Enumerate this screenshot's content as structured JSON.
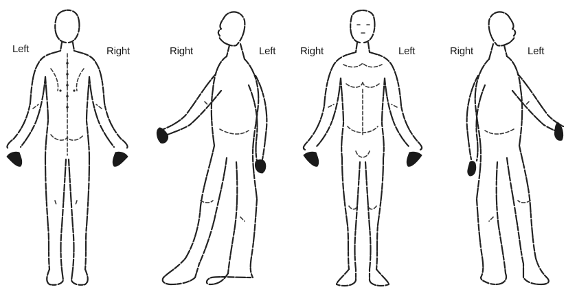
{
  "labels": {
    "back_view_left": "Left",
    "back_view_right": "Right",
    "right_side_view_right": "Right",
    "right_side_view_left": "Left",
    "front_view_right": "Right",
    "front_view_left": "Left",
    "left_side_view_right": "Right",
    "left_side_view_left": "Left"
  }
}
